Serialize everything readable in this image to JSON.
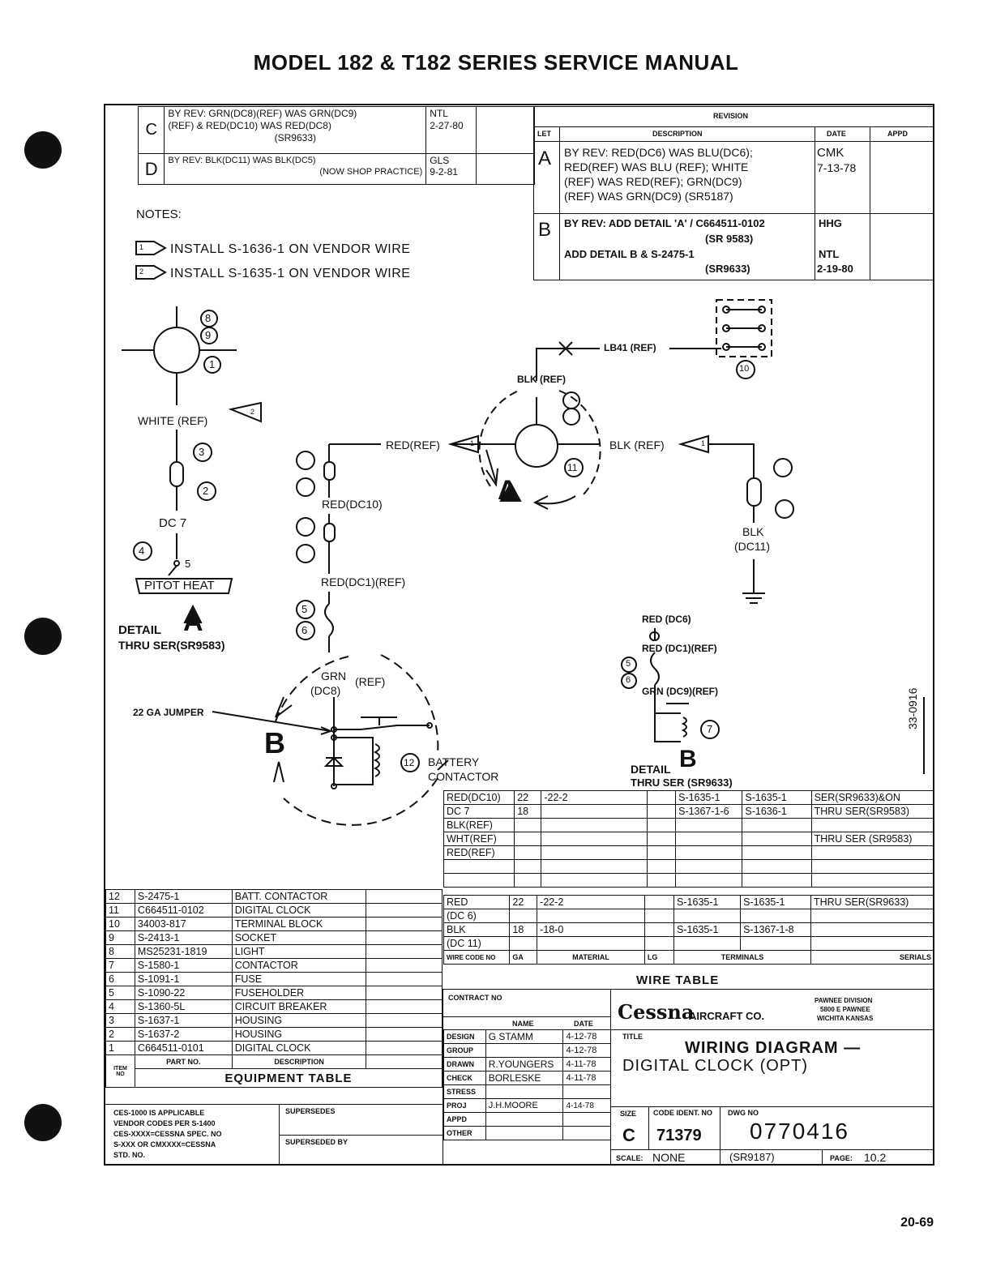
{
  "page": {
    "title": "MODEL 182 & T182 SERIES SERVICE MANUAL",
    "footer": "20-69",
    "side_code": "33-0916"
  },
  "rev_left": [
    {
      "ltr": "C",
      "desc1": "BY REV: GRN(DC8)(REF) WAS GRN(DC9)",
      "desc2": "(REF) & RED(DC10) WAS RED(DC8)",
      "desc3": "(SR9633)",
      "by": "NTL",
      "date": "2-27-80"
    },
    {
      "ltr": "D",
      "desc1": "BY REV: BLK(DC11) WAS BLK(DC5)",
      "desc2": "(NOW SHOP PRACTICE)",
      "desc3": "",
      "by": "GLS",
      "date": "9-2-81"
    }
  ],
  "rev_right": {
    "header": "REVISION",
    "col_ltr": "LET",
    "col_desc": "DESCRIPTION",
    "col_date": "DATE",
    "col_appd": "APPD",
    "rows": [
      {
        "ltr": "A",
        "lines": [
          "BY REV: RED(DC6) WAS BLU(DC6);",
          "RED(REF) WAS BLU (REF); WHITE",
          "(REF) WAS RED(REF); GRN(DC9)",
          "(REF) WAS GRN(DC9) (SR5187)"
        ],
        "by": "CMK",
        "date": "7-13-78"
      },
      {
        "ltr": "B",
        "lines": [
          "BY REV: ADD DETAIL 'A' / C664511-0102",
          "(SR 9583)",
          "ADD DETAIL B & S-2475-1",
          "(SR9633)"
        ],
        "by": "HHG",
        "by2": "NTL",
        "date": "2-19-80"
      }
    ]
  },
  "notes": {
    "title": "NOTES:",
    "n1_num": "1",
    "n1": "INSTALL S-1636-1 ON VENDOR WIRE",
    "n2_num": "2",
    "n2": "INSTALL S-1635-1 ON VENDOR WIRE"
  },
  "labels": {
    "white_ref": "WHITE (REF)",
    "dc7": "DC 7",
    "pitot": "PITOT HEAT",
    "pin5": "5",
    "detail_a": "DETAIL",
    "detail_a_letter": "A",
    "thru_a": "THRU SER(SR9583)",
    "lb41": "LB41 (REF)",
    "blk_ref_top": "BLK (REF)",
    "red_ref": "RED(REF)",
    "blk_ref": "BLK (REF)",
    "red_dc10": "RED(DC10)",
    "red_dc1_ref": "RED(DC1)(REF)",
    "blk_dc11_1": "BLK",
    "blk_dc11_2": "(DC11)",
    "grn_dc8_1": "GRN",
    "grn_dc8_2": "(DC8)",
    "grn_dc8_ref": "(REF)",
    "jumper": "22 GA JUMPER",
    "detail_b_big": "B",
    "battery1": "BATTERY",
    "battery2": "CONTACTOR",
    "red_dc6": "RED (DC6)",
    "red_dc1_ref_b": "RED (DC1)(REF)",
    "grn_dc9_ref": "GRN (DC9)(REF)",
    "detail_b": "DETAIL",
    "thru_b": "THRU SER (SR9633)",
    "arrow_a": "A"
  },
  "balloons": {
    "b8": "8",
    "b9": "9",
    "b1": "1",
    "b3": "3",
    "b2": "2",
    "b4": "4",
    "b10": "10",
    "b11": "11",
    "b5": "5",
    "b6": "6",
    "b7": "7",
    "b12": "12",
    "flag1": "1",
    "flag2": "2",
    "flag3": "1",
    "flag4": "2",
    "flag5": "1"
  },
  "wire_table_upper": [
    [
      "RED(DC10)",
      "22",
      "-22-2",
      "",
      "S-1635-1",
      "S-1635-1",
      "SER(SR9633)&ON"
    ],
    [
      "DC 7",
      "18",
      "",
      "",
      "S-1367-1-6",
      "S-1636-1",
      "THRU SER(SR9583)"
    ],
    [
      "BLK(REF)",
      "",
      "",
      "",
      "",
      "",
      ""
    ],
    [
      "WHT(REF)",
      "",
      "",
      "",
      "",
      "",
      "THRU SER (SR9583)"
    ],
    [
      "RED(REF)",
      "",
      "",
      "",
      "",
      "",
      ""
    ]
  ],
  "wire_table_lower": [
    [
      "RED",
      "22",
      "-22-2",
      "",
      "S-1635-1",
      "S-1635-1",
      "THRU SER(SR9633)"
    ],
    [
      "(DC 6)",
      "",
      "",
      "",
      "",
      "",
      ""
    ],
    [
      "BLK",
      "18",
      "-18-0",
      "",
      "S-1635-1",
      "S-1367-1-8",
      ""
    ],
    [
      "(DC 11)",
      "",
      "",
      "",
      "",
      "",
      ""
    ]
  ],
  "wire_table_header": [
    "WIRE CODE NO",
    "GA",
    "MATERIAL",
    "LG",
    "TERMINALS",
    "",
    "SERIALS"
  ],
  "wire_table_title": "WIRE TABLE",
  "equipment": [
    [
      "12",
      "S-2475-1",
      "BATT. CONTACTOR"
    ],
    [
      "11",
      "C664511-0102",
      "DIGITAL CLOCK"
    ],
    [
      "10",
      "34003-817",
      "TERMINAL BLOCK"
    ],
    [
      "9",
      "S-2413-1",
      "SOCKET"
    ],
    [
      "8",
      "MS25231-1819",
      "LIGHT"
    ],
    [
      "7",
      "S-1580-1",
      "CONTACTOR"
    ],
    [
      "6",
      "S-1091-1",
      "FUSE"
    ],
    [
      "5",
      "S-1090-22",
      "FUSEHOLDER"
    ],
    [
      "4",
      "S-1360-5L",
      "CIRCUIT BREAKER"
    ],
    [
      "3",
      "S-1637-1",
      "HOUSING"
    ],
    [
      "2",
      "S-1637-2",
      "HOUSING"
    ],
    [
      "1",
      "C664511-0101",
      "DIGITAL CLOCK"
    ]
  ],
  "equipment_header": {
    "item": "ITEM NO",
    "part": "PART NO.",
    "desc": "DESCRIPTION",
    "title": "EQUIPMENT TABLE"
  },
  "title_block": {
    "ces_note": [
      "CES-1000 IS APPLICABLE",
      "VENDOR CODES PER S-1400",
      "CES-XXXX=CESSNA SPEC. NO",
      "S-XXX OR CMXXXX=CESSNA",
      "STD. NO."
    ],
    "supersedes": "SUPERSEDES",
    "superseded_by": "SUPERSEDED BY",
    "contract": "CONTRACT NO",
    "name_hdr": "NAME",
    "date_hdr": "DATE",
    "people": [
      {
        "role": "DESIGN",
        "name": "G STAMM",
        "date": "4-12-78"
      },
      {
        "role": "GROUP",
        "name": "",
        "date": "4-12-78"
      },
      {
        "role": "DRAWN",
        "name": "R.YOUNGERS",
        "date": "4-11-78"
      },
      {
        "role": "CHECK",
        "name": "BORLESKE",
        "date": "4-11-78"
      },
      {
        "role": "STRESS",
        "name": "",
        "date": ""
      },
      {
        "role": "PROJ",
        "name": "J.H.MOORE",
        "date": "4-14-78"
      },
      {
        "role": "APPD",
        "name": "",
        "date": ""
      },
      {
        "role": "OTHER",
        "name": "",
        "date": ""
      }
    ],
    "company": "Cessna",
    "company2": "AIRCRAFT CO.",
    "division": [
      "PAWNEE DIVISION",
      "5800 E PAWNEE",
      "WICHITA KANSAS"
    ],
    "title_label": "TITLE",
    "title1": "WIRING DIAGRAM —",
    "title2": "DIGITAL CLOCK (OPT)",
    "size_label": "SIZE",
    "size": "C",
    "code_label": "CODE IDENT. NO",
    "code": "71379",
    "dwg_label": "DWG NO",
    "dwg": "0770416",
    "scale_label": "SCALE:",
    "scale": "NONE",
    "ref": "(SR9187)",
    "page_label": "PAGE:",
    "page": "10.2"
  }
}
